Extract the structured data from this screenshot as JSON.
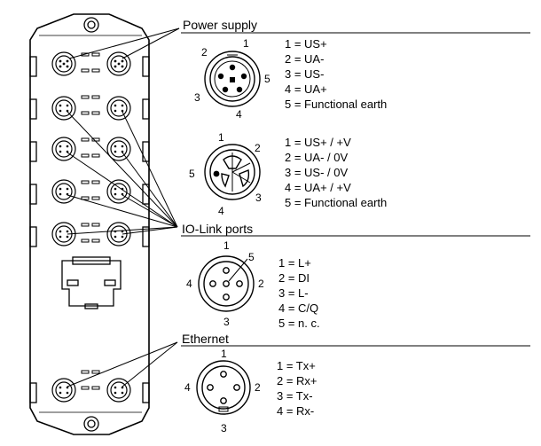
{
  "sections": {
    "power": {
      "title": "Power supply",
      "connector_a": {
        "pins": [
          "1",
          "2",
          "3",
          "4",
          "5"
        ],
        "legend": [
          "1 = US+",
          "2 = UA-",
          "3 = US-",
          "4 = UA+",
          "5 = Functional earth"
        ]
      },
      "connector_b": {
        "pins": [
          "1",
          "2",
          "3",
          "4",
          "5"
        ],
        "legend": [
          "1 = US+ / +V",
          "2 = UA- / 0V",
          "3 = US- / 0V",
          "4 = UA+ / +V",
          "5 = Functional earth"
        ]
      }
    },
    "iolink": {
      "title": "IO-Link ports",
      "pins": [
        "1",
        "2",
        "3",
        "4",
        "5"
      ],
      "legend": [
        "1 = L+",
        "2 = DI",
        "3 = L-",
        "4 = C/Q",
        "5 = n. c."
      ]
    },
    "ethernet": {
      "title": "Ethernet",
      "pins": [
        "1",
        "2",
        "3",
        "4"
      ],
      "legend": [
        "1 = Tx+",
        "2 = Rx+",
        "3 = Tx-",
        "4 = Rx-"
      ]
    }
  }
}
